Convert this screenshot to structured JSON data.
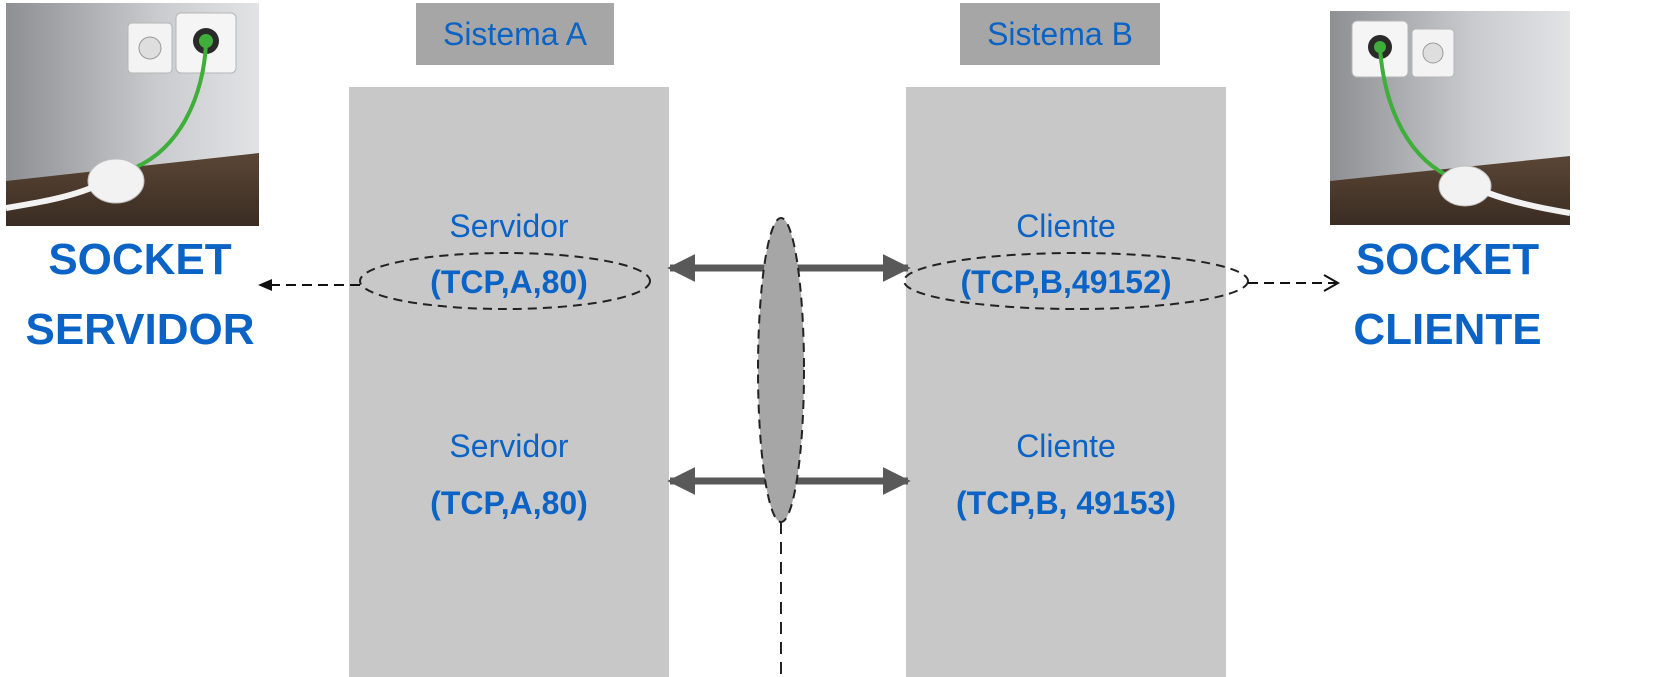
{
  "system_a": {
    "title": "Sistema A"
  },
  "system_b": {
    "title": "Sistema B"
  },
  "connections": [
    {
      "server_role": "Servidor",
      "server_socket": "(TCP,A,80)",
      "client_role": "Cliente",
      "client_socket": "(TCP,B,49152)"
    },
    {
      "server_role": "Servidor",
      "server_socket": "(TCP,A,80)",
      "client_role": "Cliente",
      "client_socket": "(TCP,B, 49153)"
    }
  ],
  "left_label": {
    "line1": "SOCKET",
    "line2": "SERVIDOR"
  },
  "right_label": {
    "line1": "SOCKET",
    "line2": "CLIENTE"
  },
  "colors": {
    "text_blue": "#0b63c5",
    "panel_gray": "#c8c8c8",
    "label_gray": "#a6a6a6",
    "arrow_gray": "#595959",
    "cable_green": "#3fae3a"
  }
}
